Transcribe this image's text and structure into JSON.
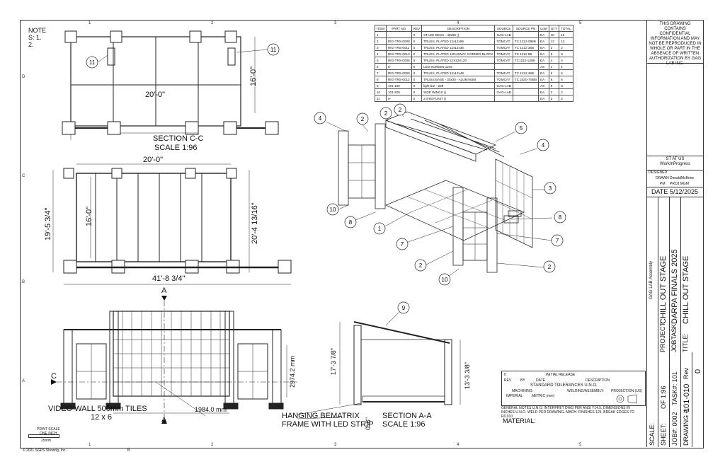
{
  "notes": {
    "title": "NOTE",
    "line1": "S:   1.",
    "line2": "2."
  },
  "bom": {
    "headers": [
      "ITEM",
      "PART NO",
      "REV",
      "DESCRIPTION",
      "SOURCE",
      "SOURCE PN",
      "UoM",
      "QTY",
      "TOTAL"
    ],
    "rows": [
      [
        "1",
        "-",
        "0",
        "STAGE DECK - 48x96 ()",
        "GAG-LAB",
        "",
        "EA",
        "10",
        "10"
      ],
      [
        "2",
        "RIG-TRS-0008",
        "0",
        "TRUSS, PLATED 12x12x96",
        "TOMCAT",
        "TC 1212-096B",
        "EA",
        "12",
        "12"
      ],
      [
        "3",
        "RIG-TRS-0011",
        "0",
        "TRUSS, PLATED 12x12x36",
        "TOMCAT",
        "TC 1212 36B",
        "EA",
        "2",
        "2"
      ],
      [
        "4",
        "RIG-TRS-0010",
        "0",
        "TRUSS, PLATED 12IN 6WAY CORNER BLOCK",
        "TOMCAT",
        "TC 1212 6B",
        "EA",
        "8",
        "8"
      ],
      [
        "5",
        "RIG-TRS-0006",
        "0",
        "TRUSS, PLATED 12X12X120",
        "TOMCAT",
        "TC1212-120B",
        "EA",
        "4",
        "4"
      ],
      [
        "6",
        "0-",
        "0",
        "LED SCREEN 12x6",
        "",
        "",
        "AS",
        "1",
        "1"
      ],
      [
        "7",
        "RIG-TRS-0009",
        "0",
        "TRUSS, PLATED 12x12x48",
        "TOMCAT",
        "TC 1212 48B",
        "EA",
        "6",
        "6"
      ],
      [
        "8",
        "RIG-TRS-0012",
        "0",
        "TRUSS BASE - 30x30 - ALUMINUM",
        "TOMCAT",
        "TC 2020-TSBB",
        "EA",
        "6",
        "6"
      ],
      [
        "9",
        "101-100",
        "0",
        "light bar - 20ft",
        "GAG-LAB",
        "",
        "AS",
        "8",
        "8"
      ],
      [
        "10",
        "101-200",
        "0",
        "SIDE WINGS ()",
        "GAG-LAB",
        "",
        "EA",
        "2",
        "2"
      ],
      [
        "11",
        "0-",
        "0",
        "2 STEP UNIT ()",
        "",
        "",
        "EA",
        "2",
        "2"
      ]
    ]
  },
  "views": {
    "section_cc": "SECTION C-C",
    "scale_cc": "SCALE 1:96",
    "section_aa": "SECTION A-A",
    "scale_aa": "SCALE 1:96",
    "dim_top_w": "20'-0\"",
    "dim_top_h": "16'-0\"",
    "dim_plan_w": "20'-0\"",
    "dim_plan_h": "16'-0\"",
    "dim_plan_l": "19'-5 3/4\"",
    "dim_plan_r": "20'-4 13/16\"",
    "dim_plan_total": "41'-8 3/4\"",
    "dim_wall_w": "1984.0 mm",
    "dim_wall_h": "2974.2 mm",
    "dim_side_h1": "17'-3 7/8\"",
    "dim_side_h2": "13'-3 3/8\"",
    "dim_side_b": "0'-6\"",
    "label_video": "VIDEO WALL 500mm TILES",
    "label_tiles": "12 x 6",
    "label_frame1": "HANGING BEMATRIX",
    "label_frame2": "FRAME WITH LED STRIP",
    "cut_a": "A",
    "cut_c": "C",
    "print_scale1": "PRINT SCALE",
    "print_scale2": "ONE INCH",
    "print_scale3": "25mm",
    "callouts": [
      "11",
      "11",
      "4",
      "2",
      "2",
      "2",
      "5",
      "4",
      "3",
      "10",
      "8",
      "1",
      "7",
      "8",
      "7",
      "2",
      "10",
      "2",
      "9"
    ]
  },
  "revisions": {
    "rev0": "0",
    "rev_desc": "INITIAL RELEASE",
    "h_rev": "REV",
    "h_by": "BY",
    "h_date": "DATE",
    "h_desc": "DESCRIPTION"
  },
  "tolerances": {
    "title": "STANDARD TOLERANCES U.N.O.",
    "machining": "MACHINING:",
    "weld": "WELDING/ASSEMBLY:",
    "projection": "PROJECTION (US)",
    "imperial": "IMPERIAL",
    "metric": "METRIC (mm)",
    "notes": "GENERAL NOTES U.N.O: INTERPRET DWG PER ANSI Y14.5. DIMENSIONS IN INCHES U.N.O. WELD PER DRAWING. MACH. FINISHES 125. BREAK EDGES TO R0.010",
    "material": "MATERIAL:"
  },
  "titleblock": {
    "confidential": "THIS DRAWING CONTAINS CONFIDENTIAL INFORMATION AND MAY NOT BE REPRODUCED IN WHOLE OR PART IN THE ABSENCE OF WRITTEN AUTHORIZATION BY GAG LAB INC.",
    "status1": "ST AT US",
    "status2": "WorkInProgress",
    "designed": "DESIGNED",
    "drawn": "DRAWN",
    "drawn_by": "DonaldMcBrine",
    "pm": "PM",
    "pm_val": "PROJ MGM",
    "date_label": "DATE",
    "date": "5/12/2025",
    "assembly": "GAG-LAB Assembly",
    "project_label": "PROJECT:",
    "project": "CHILL OUT STAGE",
    "jobtask_label": "JOBTASK:",
    "jobtask": "DARPA FINALS 2025",
    "title_label": "TITLE:",
    "title": "CHILL OUT STAGE",
    "scale_label": "SCALE:",
    "sheet_label": "SHEET:",
    "sheet": "OF 1:96",
    "job_label": "JOB#: 0002",
    "task_label": "TASK#: 101",
    "drawing_label": "DRAWING #:",
    "drawing": "101-010",
    "rev_label": "Rev",
    "rev": "0"
  },
  "footer": {
    "copyright": "© 2021 SGPS Showrig, Inc.",
    "b": "B"
  },
  "zones": {
    "top": [
      "1",
      "2",
      "3",
      "4",
      "5"
    ],
    "side": [
      "D",
      "C",
      "B",
      "A"
    ]
  }
}
